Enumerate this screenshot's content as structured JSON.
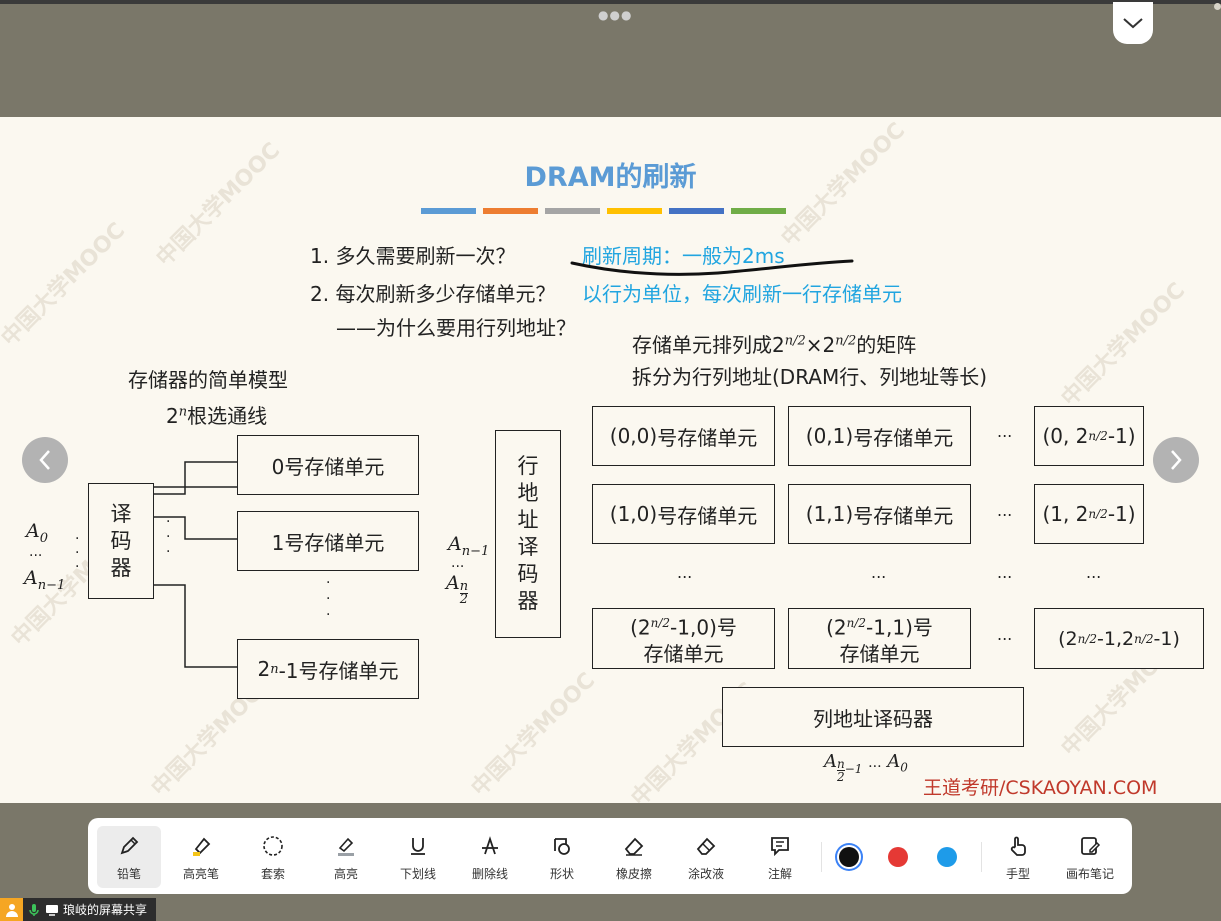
{
  "slide": {
    "title": "DRAM的刷新",
    "q1": "1. 多久需要刷新一次？",
    "a1": "刷新周期：一般为2ms",
    "q2": "2. 每次刷新多少存储单元？",
    "a2": "以行为单位，每次刷新一行存储单元",
    "q3": "——为什么要用行列地址？",
    "left_heading": "存储器的简单模型",
    "select_lines_n": "n",
    "select_lines_text": "根选通线",
    "decoder_label": [
      "译",
      "码",
      "器"
    ],
    "addr_a0_sub": "0",
    "addr_an1_sub": "n−1",
    "cells": {
      "c0": "0号存储单元",
      "c1": "1号存储单元",
      "clast_text": "-1号存储单元"
    },
    "right_line1_a": "存储单元排列成2",
    "right_line1_b": "×2",
    "right_line1_c": "的矩阵",
    "right_line2": "拆分为行列地址(DRAM行、列地址等长)",
    "exp_n2": "n/2",
    "row_decoder_label": [
      "行",
      "地",
      "址",
      "译",
      "码",
      "器"
    ],
    "cell_suffix": "号存储单元",
    "m00": "(0,0)",
    "m01": "(0,1)",
    "m10": "(1,0)",
    "m11": "(1,1)",
    "mlast0_a": "(2",
    "mlast0_b": "-1,0)号",
    "mlast1_a": "(2",
    "mlast1_b": "-1,1)号",
    "m_cell_line2": "存储单元",
    "ellipsis": "...",
    "col_decoder": "列地址译码器",
    "brand": "王道考研/CSKAOYAN.COM",
    "watermark": "中国大学MOOC"
  },
  "toolbar": {
    "tools": [
      "铅笔",
      "高亮笔",
      "套索",
      "高亮",
      "下划线",
      "删除线",
      "形状",
      "橡皮擦",
      "涂改液",
      "注解"
    ],
    "colors": [
      "#111111",
      "#e53935",
      "#1e9be9"
    ],
    "right_tools": [
      "手型",
      "画布笔记"
    ]
  },
  "share_label": "琅岐的屏幕共享",
  "colors": {
    "accent_blue": "#21a5e0",
    "title_blue": "#5b9bd5",
    "brand_red": "#c0392b",
    "stripes": [
      "#5b9bd5",
      "#ed7d31",
      "#a5a5a5",
      "#ffc000",
      "#4472c4",
      "#70ad47"
    ]
  }
}
